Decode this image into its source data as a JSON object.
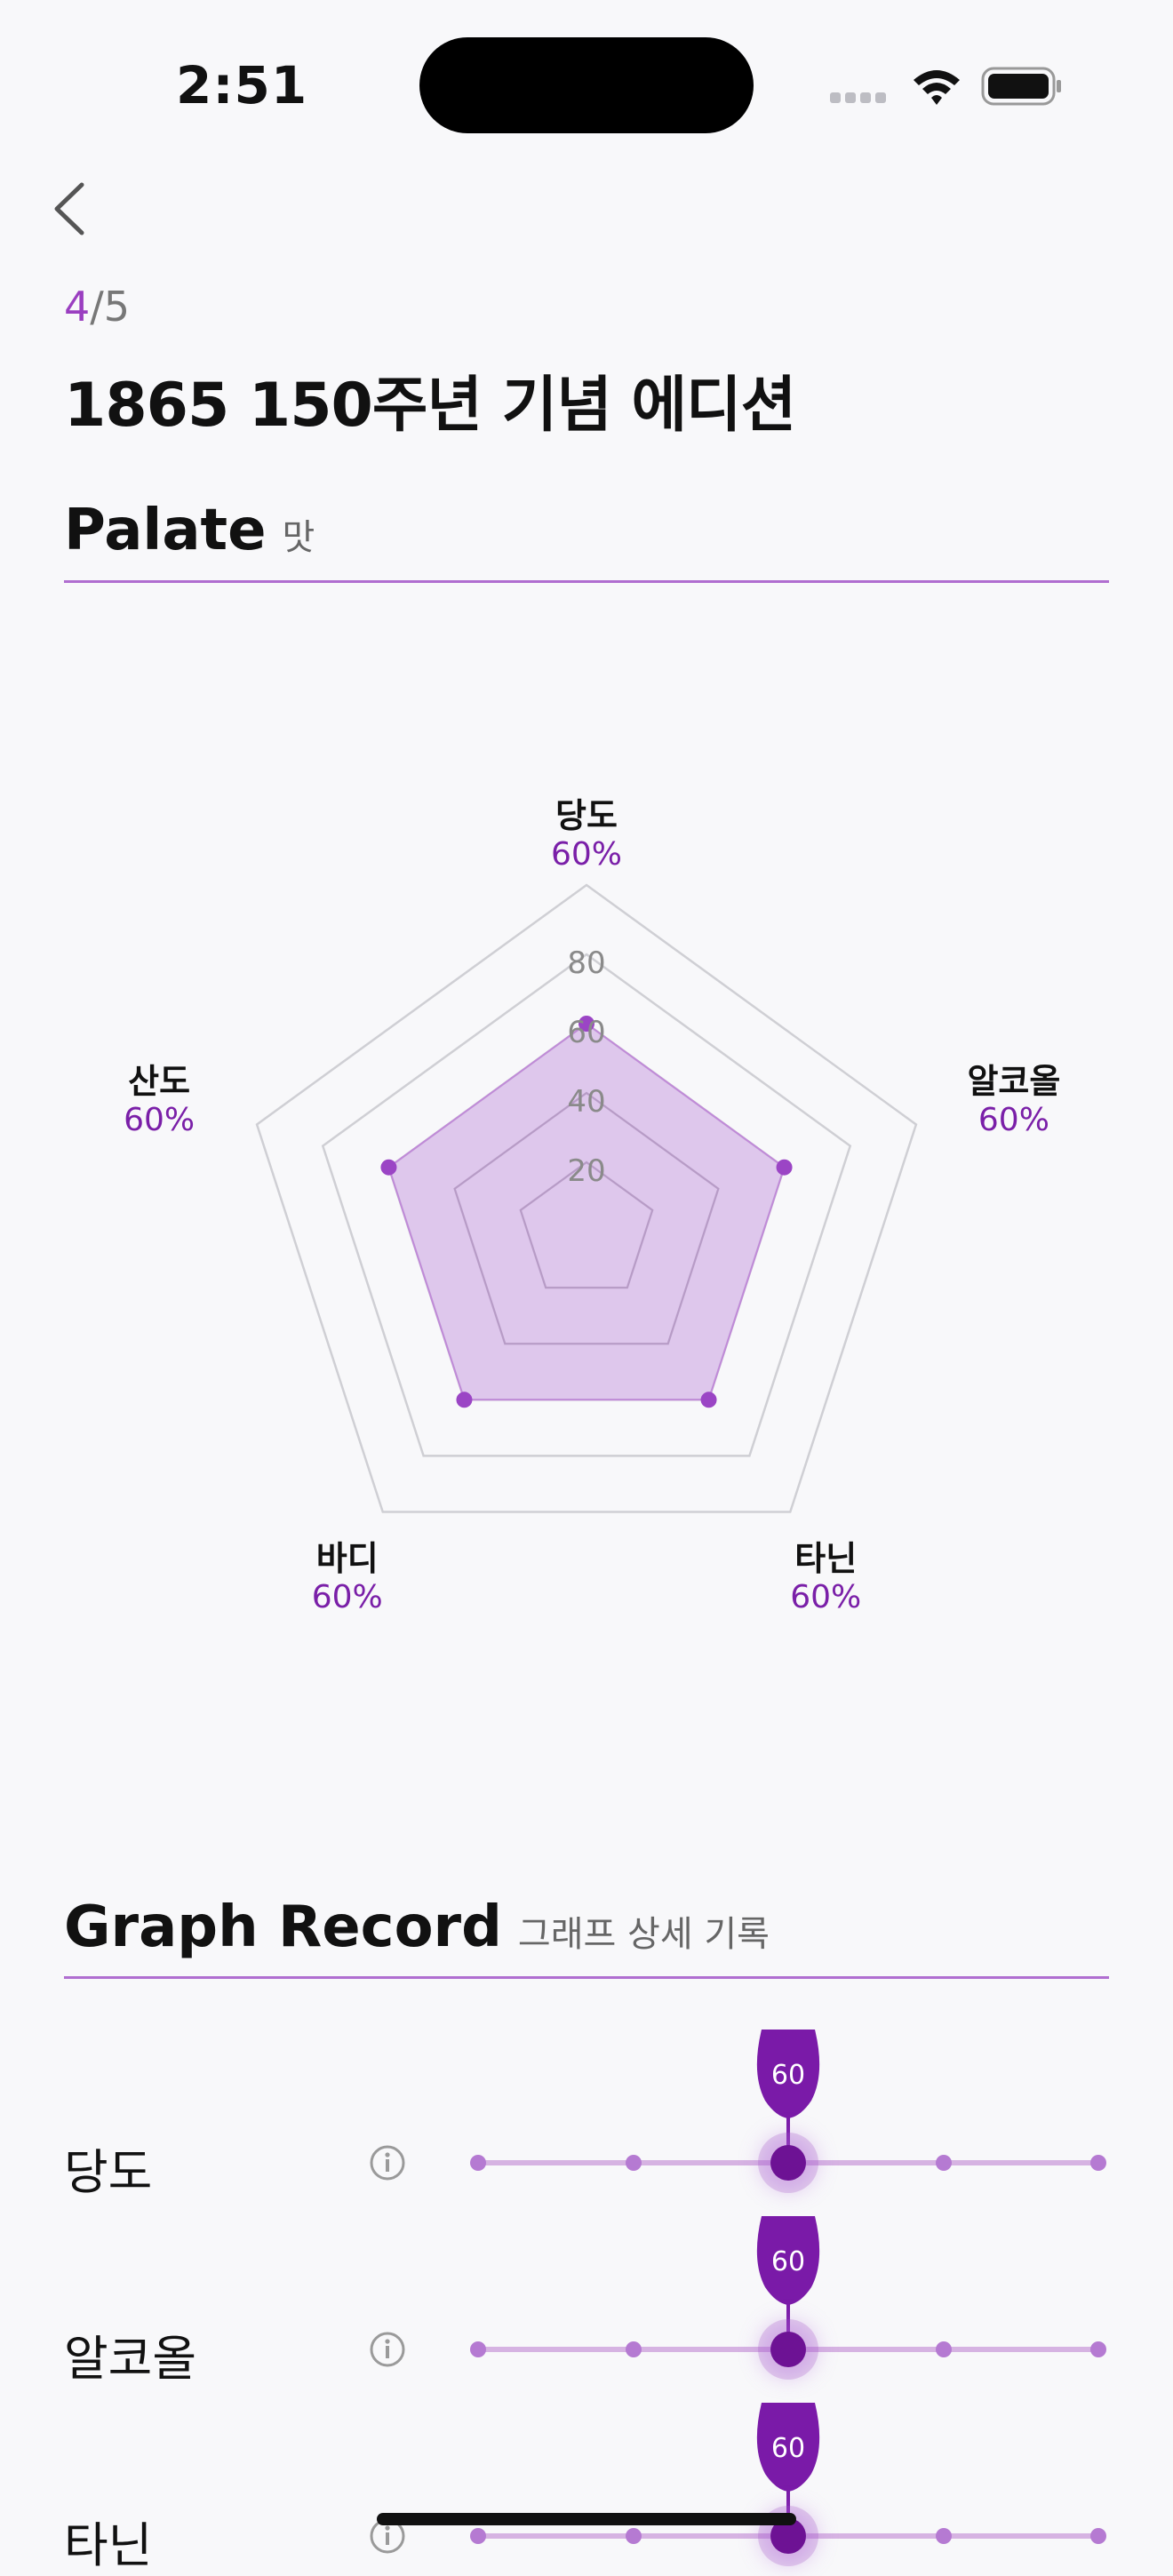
{
  "status_bar": {
    "time": "2:51"
  },
  "header": {
    "step_current": "4",
    "step_total": "/5",
    "title": "1865 150주년 기념 에디션"
  },
  "palate": {
    "title": "Palate",
    "subtitle": "맛"
  },
  "chart_data": {
    "type": "radar",
    "axes": [
      "당도",
      "알코올",
      "타닌",
      "바디",
      "산도"
    ],
    "values": [
      60,
      60,
      60,
      60,
      60
    ],
    "value_labels": [
      "60%",
      "60%",
      "60%",
      "60%",
      "60%"
    ],
    "rlim": [
      0,
      100
    ],
    "ticks": [
      20,
      40,
      60,
      80
    ],
    "fill_color": "#c89ee0",
    "point_color": "#9b45c5"
  },
  "graph_record": {
    "title": "Graph Record",
    "subtitle": "그래프 상세 기록",
    "rows": [
      {
        "label": "당도",
        "value": "60",
        "level": 0.5
      },
      {
        "label": "알코올",
        "value": "60",
        "level": 0.5
      },
      {
        "label": "타닌",
        "value": "60",
        "level": 0.5
      }
    ]
  },
  "colors": {
    "accent": "#9a3ec0",
    "badge": "#7a1aa8"
  }
}
